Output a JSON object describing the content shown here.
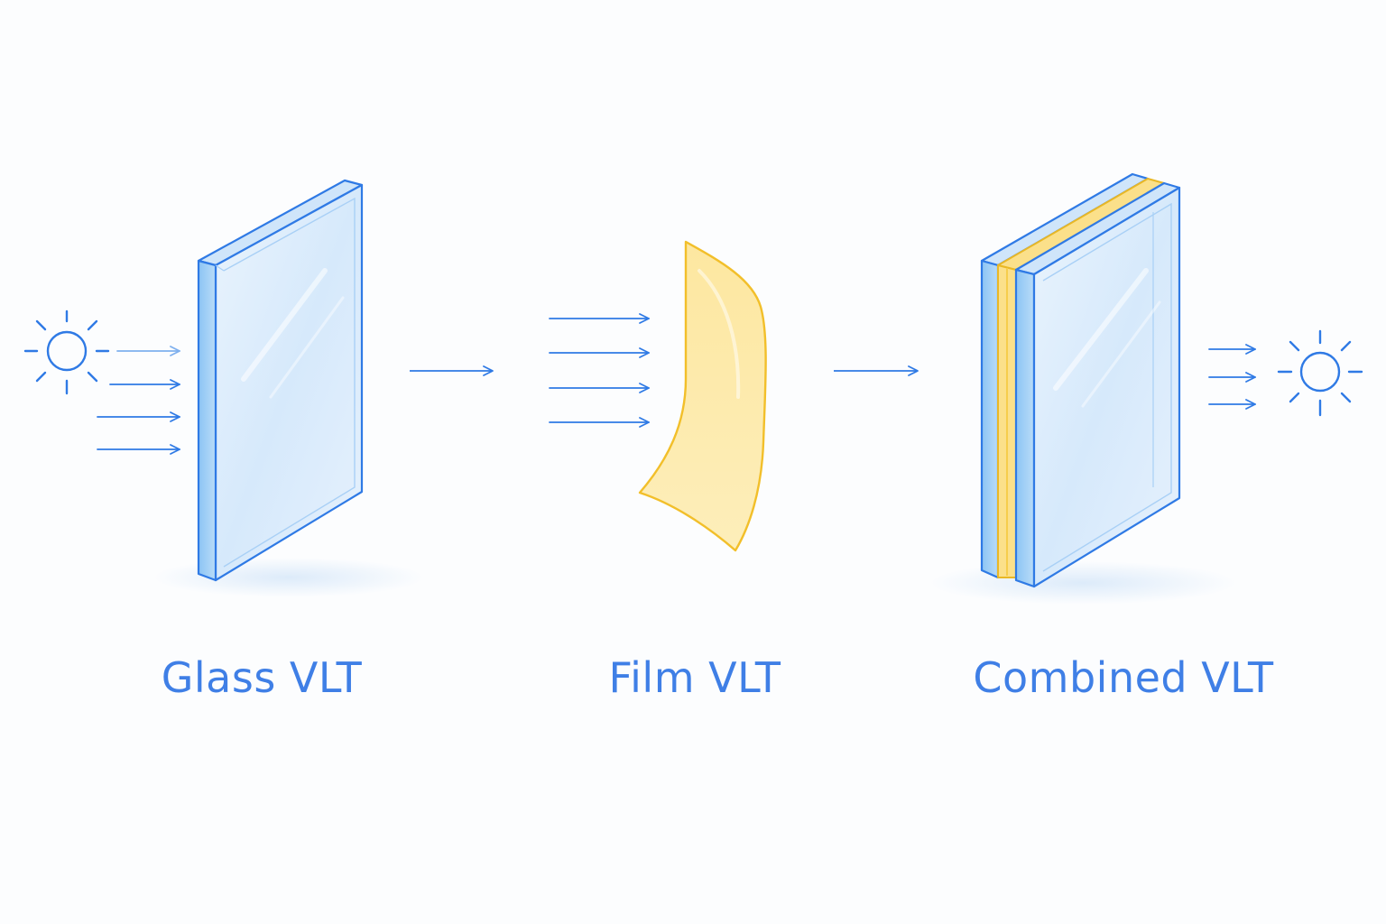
{
  "labels": {
    "glass": "Glass VLT",
    "film": "Film VLT",
    "combined": "Combined VLT"
  },
  "colors": {
    "accent": "#2f7ae5",
    "glass_fill": "#dcecfb",
    "glass_edge": "#9ccaf5",
    "film_fill": "#fde9a6",
    "film_edge": "#f2bf2a",
    "label": "#3f7fe6"
  },
  "icons": [
    "sun-icon",
    "arrow-right-icon"
  ]
}
